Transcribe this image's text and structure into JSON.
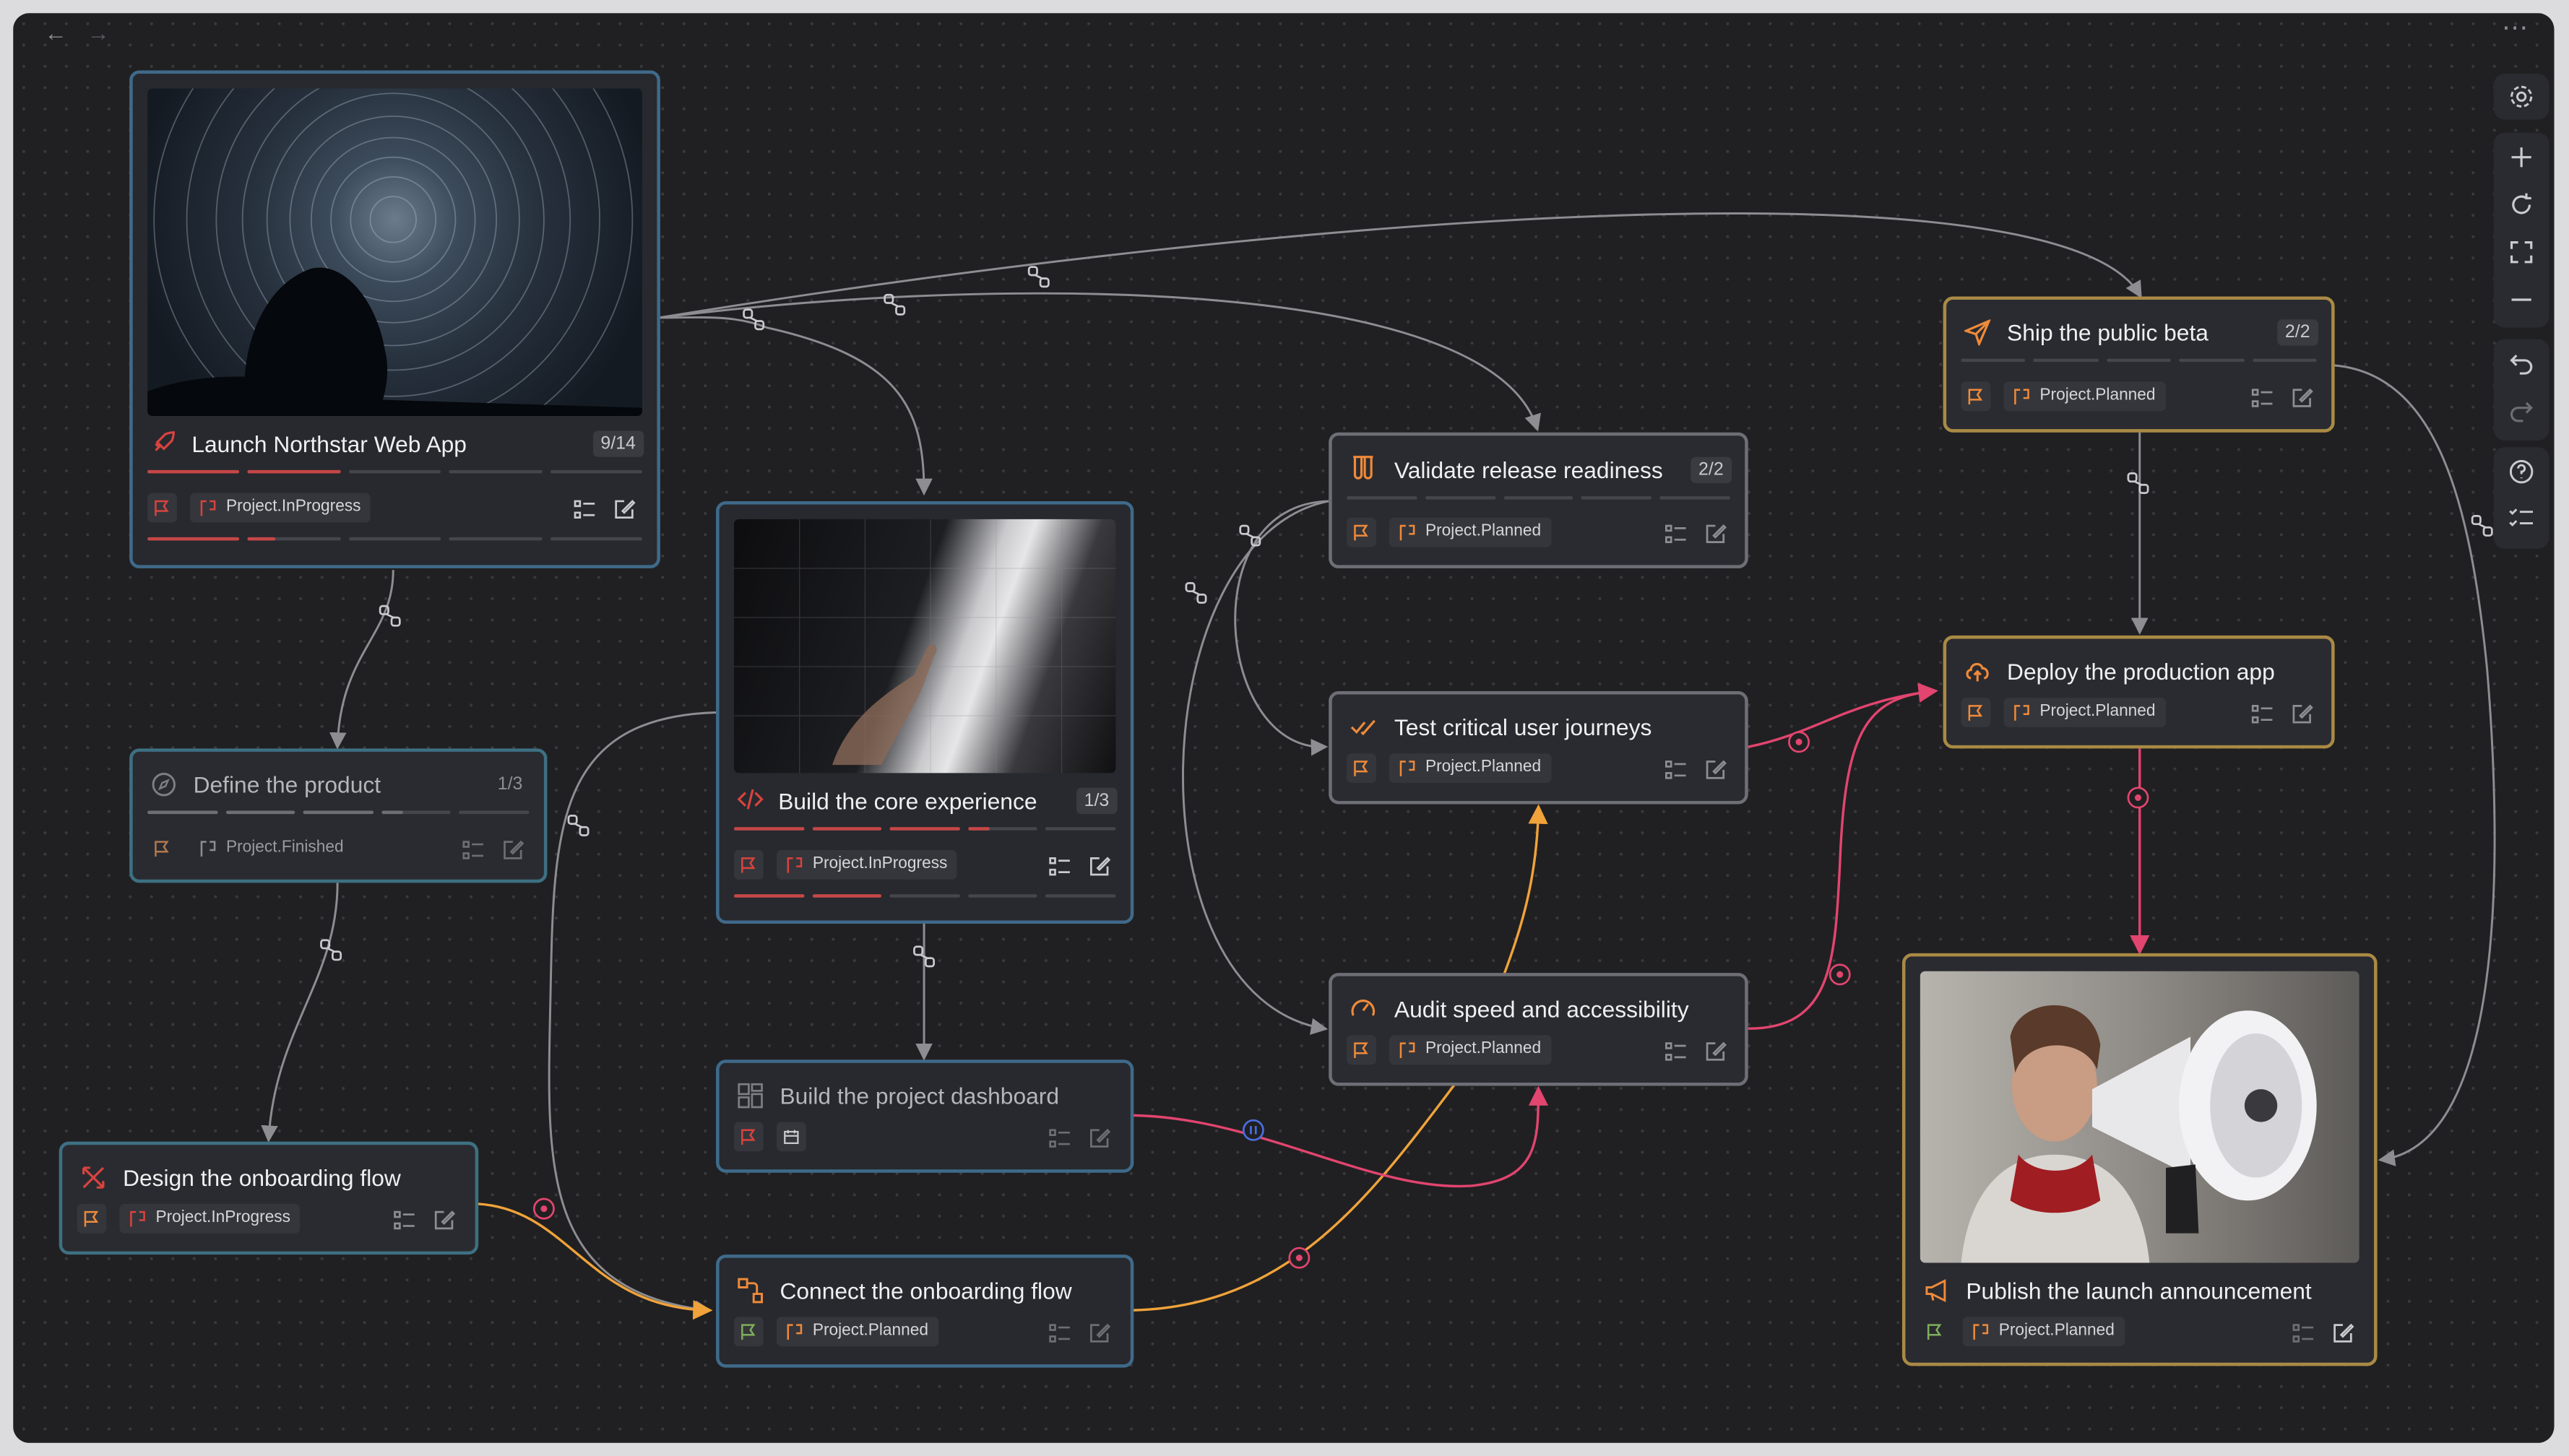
{
  "window": {
    "nav_back": "←",
    "nav_forward": "→",
    "menu": "⋯"
  },
  "nodes": {
    "launch": {
      "title": "Launch Northstar Web App",
      "count": "9/14",
      "status": "Project.InProgress",
      "icon": "rocket-icon",
      "image": "star-trails-photo"
    },
    "core": {
      "title": "Build the core experience",
      "count": "1/3",
      "status": "Project.InProgress",
      "icon": "code-icon",
      "image": "blueprint-hand-photo"
    },
    "validate": {
      "title": "Validate release readiness",
      "count": "2/2",
      "status": "Project.Planned",
      "icon": "test-tubes-icon"
    },
    "ship": {
      "title": "Ship the public beta",
      "count": "2/2",
      "status": "Project.Planned",
      "icon": "send-icon"
    },
    "define": {
      "title": "Define the product",
      "count": "1/3",
      "status": "Project.Finished",
      "icon": "compass-icon"
    },
    "test": {
      "title": "Test critical user journeys",
      "status": "Project.Planned",
      "icon": "check-check-icon"
    },
    "deploy": {
      "title": "Deploy the production app",
      "status": "Project.Planned",
      "icon": "cloud-upload-icon"
    },
    "audit": {
      "title": "Audit speed and accessibility",
      "status": "Project.Planned",
      "icon": "gauge-icon"
    },
    "dashboard": {
      "title": "Build the project dashboard",
      "icon": "dashboard-icon"
    },
    "design": {
      "title": "Design the onboarding flow",
      "status": "Project.InProgress",
      "icon": "pen-tool-icon"
    },
    "connect": {
      "title": "Connect the onboarding flow",
      "status": "Project.Planned",
      "icon": "workflow-icon"
    },
    "publish": {
      "title": "Publish the launch announcement",
      "status": "Project.Planned",
      "icon": "megaphone-icon",
      "image": "megaphone-person-photo"
    }
  },
  "progress": {
    "launch": [
      1,
      1,
      0,
      0,
      0
    ],
    "launch_sub": [
      1,
      0.3,
      0,
      0,
      0
    ],
    "core": [
      1,
      1,
      1,
      0.3,
      0
    ],
    "core_sub": [
      1,
      1,
      0,
      0,
      0
    ],
    "validate": [
      0,
      0,
      0,
      0,
      0
    ],
    "ship": [
      0,
      0,
      0,
      0,
      0
    ],
    "define": [
      1,
      1,
      1,
      0.3,
      0
    ]
  },
  "colors": {
    "canvas": "#202022",
    "in_progress": "#c64646",
    "planned_edge": "#f0a33a",
    "blocking_edge": "#e2456f",
    "gold_border": "#a98a45",
    "blue_border": "#3f6a8a"
  },
  "toolbar": [
    "settings-icon",
    "zoom-in-icon",
    "refresh-icon",
    "fit-view-icon",
    "zoom-out-icon",
    "undo-icon",
    "redo-icon",
    "help-icon",
    "checklist-icon"
  ]
}
